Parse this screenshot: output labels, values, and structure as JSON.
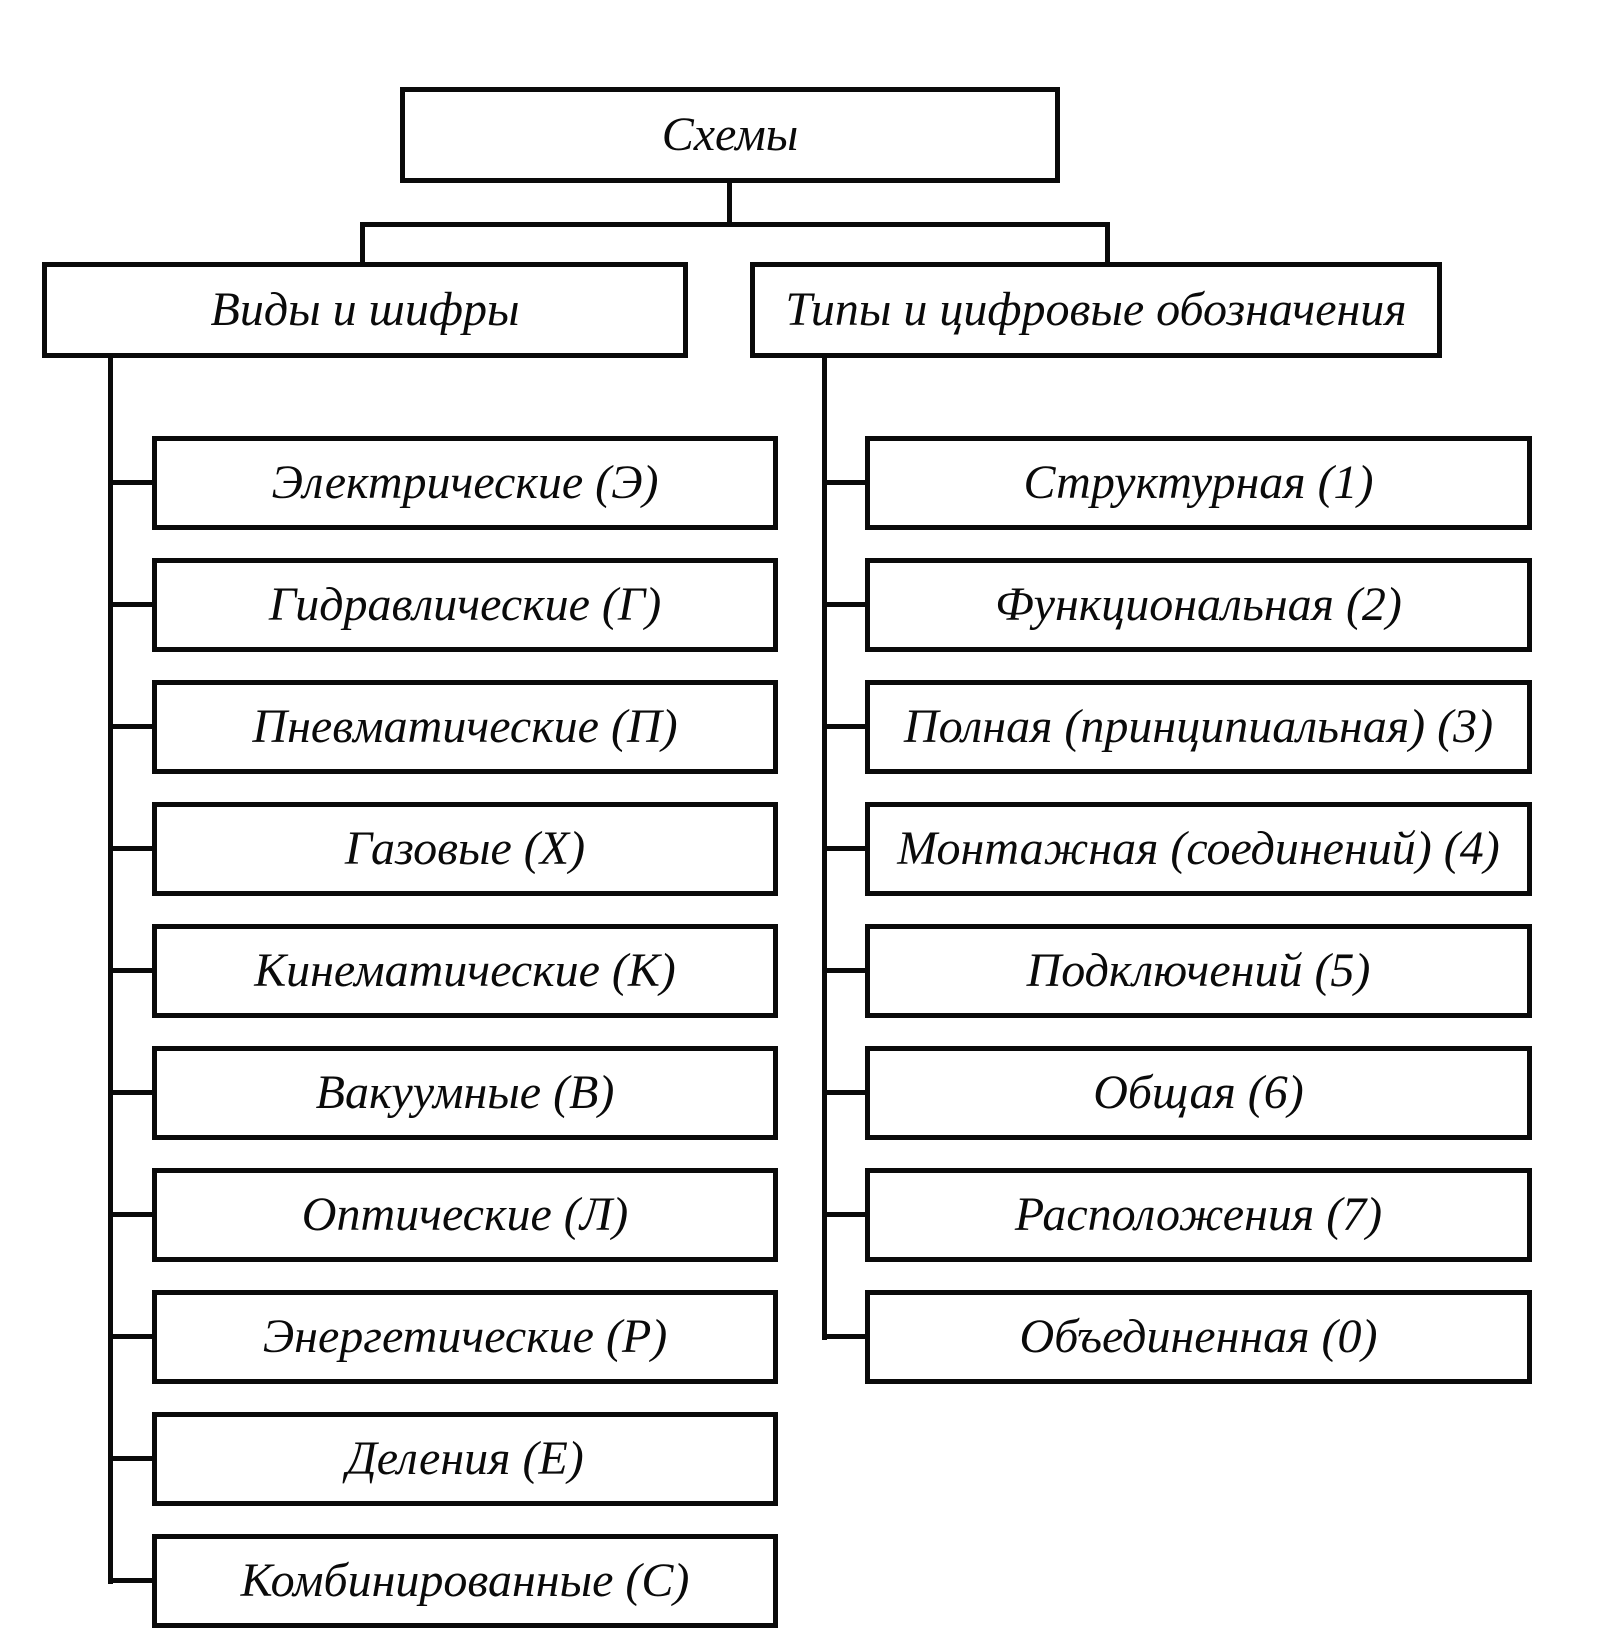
{
  "root": {
    "label": "Схемы"
  },
  "branches": [
    {
      "label": "Виды и шифры",
      "items": [
        "Электрические (Э)",
        "Гидравлические (Г)",
        "Пневматические (П)",
        "Газовые (Х)",
        "Кинематические (К)",
        "Вакуумные (В)",
        "Оптические (Л)",
        "Энергетические (Р)",
        "Деления (Е)",
        "Комбинированные (С)"
      ]
    },
    {
      "label": "Типы и цифровые обозначения",
      "items": [
        "Структурная (1)",
        "Функциональная (2)",
        "Полная (принципиальная) (3)",
        "Монтажная (соединений) (4)",
        "Подключений (5)",
        "Общая (6)",
        "Расположения (7)",
        "Объединенная (0)"
      ]
    }
  ],
  "colors": {
    "line": "#0a0a0a",
    "background": "#ffffff"
  }
}
